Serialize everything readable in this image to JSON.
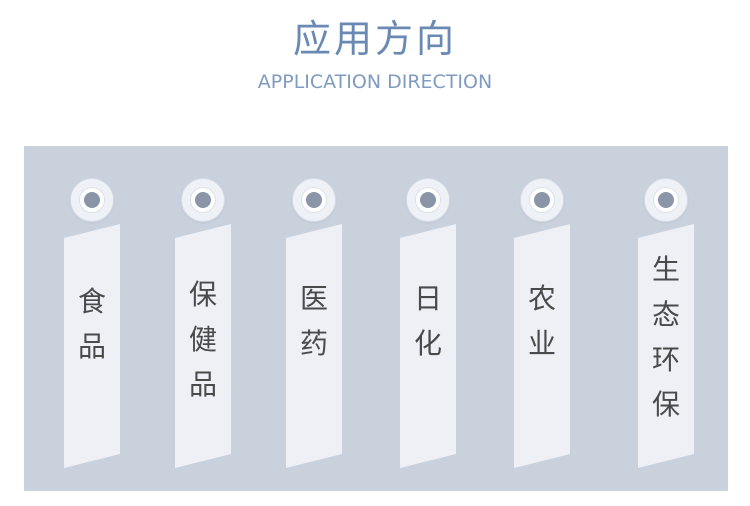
{
  "header": {
    "title": "应用方向",
    "subtitle": "APPLICATION DIRECTION"
  },
  "tags": [
    {
      "chars": [
        "食",
        "品"
      ]
    },
    {
      "chars": [
        "保",
        "健",
        "品"
      ]
    },
    {
      "chars": [
        "医",
        "药"
      ]
    },
    {
      "chars": [
        "日",
        "化"
      ]
    },
    {
      "chars": [
        "农",
        "业"
      ]
    },
    {
      "chars": [
        "生",
        "态",
        "环",
        "保"
      ]
    }
  ],
  "colors": {
    "title": "#6a8ab4",
    "panel": "#c9d1dd",
    "ribbon": "#eef0f5",
    "dot": "#8a95a8"
  }
}
